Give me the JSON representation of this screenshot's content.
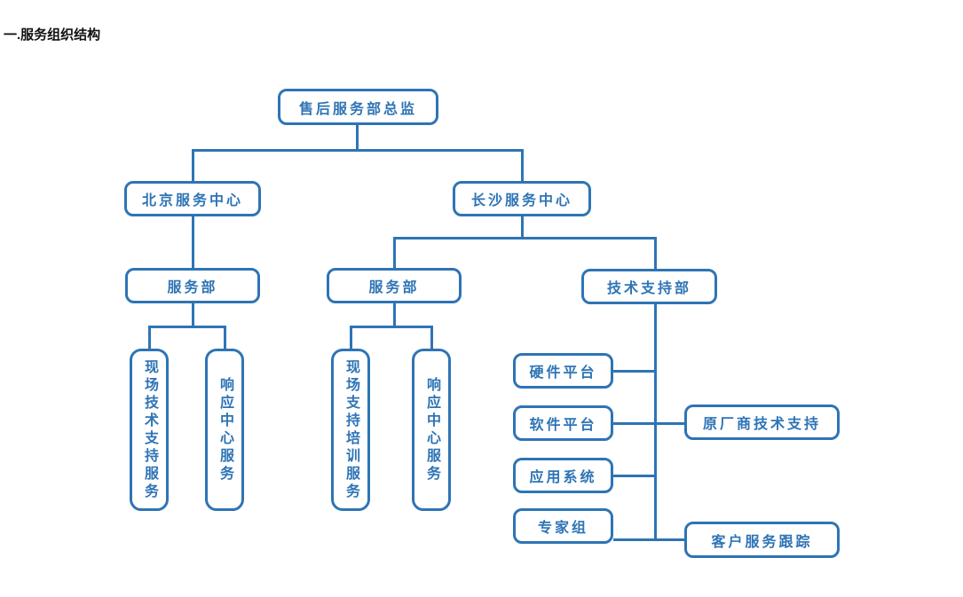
{
  "document": {
    "heading": "一.服务组织结构"
  },
  "colors": {
    "accent": "#2E74B5",
    "background": "#FFFFFF",
    "heading_text": "#111111"
  },
  "org_chart": {
    "type": "organization-chart",
    "root": "售后服务部总监",
    "beijing_center": "北京服务中心",
    "changsha_center": "长沙服务中心",
    "beijing_service_dept": "服务部",
    "changsha_service_dept": "服务部",
    "tech_support_dept": "技术支持部",
    "beijing_teams": [
      "现场技术支持服务",
      "响应中心服务"
    ],
    "changsha_teams": [
      "现场支持培训服务",
      "响应中心服务"
    ],
    "tech_platforms": [
      "硬件平台",
      "软件平台",
      "应用系统",
      "专家组"
    ],
    "vendor_support": "原厂商技术支持",
    "customer_tracking": "客户服务跟踪"
  }
}
